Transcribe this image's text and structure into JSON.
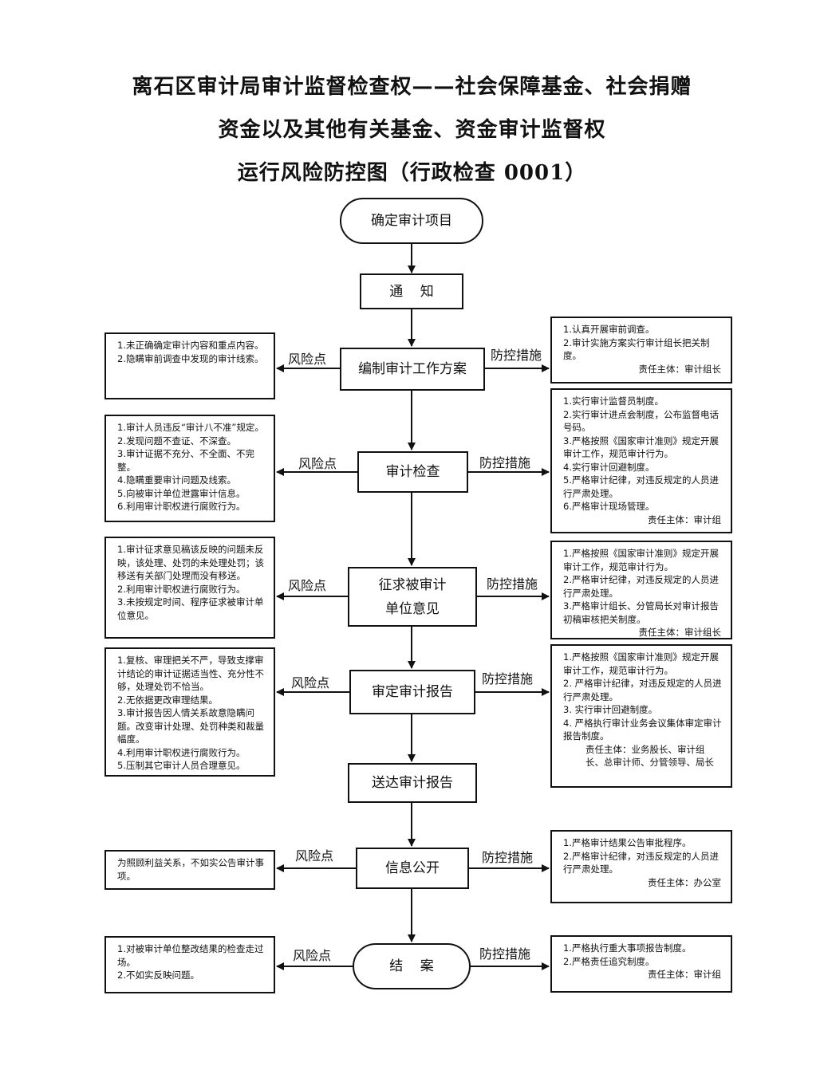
{
  "title": {
    "line1": "离石区审计局审计监督检查权——社会保障基金、社会捐赠",
    "line2": "资金以及其他有关基金、资金审计监督权",
    "line3": "运行风险防控图（行政检查 0001）"
  },
  "labels": {
    "risk": "风险点",
    "control": "防控措施"
  },
  "steps": {
    "start": "确定审计项目",
    "notify": "通    知",
    "plan": "编制审计工作方案",
    "inspect": "审计检查",
    "opinion_line1": "征求被审计",
    "opinion_line2": "单位意见",
    "review": "审定审计报告",
    "deliver": "送达审计报告",
    "publish": "信息公开",
    "close": "结    案"
  },
  "risks": {
    "plan": [
      "1.未正确确定审计内容和重点内容。",
      "2.隐瞒审前调查中发现的审计线索。"
    ],
    "inspect": [
      "1.审计人员违反“审计八不准”规定。",
      "2.发现问题不查证、不深查。",
      "3.审计证据不充分、不全面、不完整。",
      "4.隐瞒重要审计问题及线索。",
      "5.向被审计单位泄露审计信息。",
      "6.利用审计职权进行腐败行为。"
    ],
    "opinion": [
      "1.审计征求意见稿该反映的问题未反映，该处理、处罚的未处理处罚；该移送有关部门处理而没有移送。",
      "2.利用审计职权进行腐败行为。",
      "3.未按规定时间、程序征求被审计单位意见。"
    ],
    "review": [
      "1.复核、审理把关不严，导致支撑审计结论的审计证据适当性、充分性不够，处理处罚不恰当。",
      "2.无依据更改审理结果。",
      "3.审计报告因人情关系故意隐瞒问题。改变审计处理、处罚种类和裁量幅度。",
      "4.利用审计职权进行腐败行为。",
      "5.压制其它审计人员合理意见。"
    ],
    "publish": [
      "为照顾利益关系，不如实公告审计事项。"
    ],
    "close": [
      "1.对被审计单位整改结果的检查走过场。",
      "2.不如实反映问题。"
    ]
  },
  "controls": {
    "plan": {
      "items": [
        "1.认真开展审前调查。",
        "2.审计实施方案实行审计组长把关制度。"
      ],
      "resp": "责任主体：审计组长"
    },
    "inspect": {
      "items": [
        "1.实行审计监督员制度。",
        "2.实行审计进点会制度，公布监督电话号码。",
        "3.严格按照《国家审计准则》规定开展审计工作，规范审计行为。",
        "4.实行审计回避制度。",
        "5.严格审计纪律，对违反规定的人员进行严肃处理。",
        "6.严格审计现场管理。"
      ],
      "resp": "责任主体：审计组"
    },
    "opinion": {
      "items": [
        "1.严格按照《国家审计准则》规定开展审计工作，规范审计行为。",
        "2.严格审计纪律，对违反规定的人员进行严肃处理。",
        "3.严格审计组长、分管局长对审计报告初稿审核把关制度。"
      ],
      "resp": "责任主体：审计组长"
    },
    "review": {
      "items": [
        "1.严格按照《国家审计准则》规定开展审计工作，规范审计行为。",
        "2. 严格审计纪律，对违反规定的人员进行严肃处理。",
        "3. 实行审计回避制度。",
        "4. 严格执行审计业务会议集体审定审计报告制度。"
      ],
      "resp": "责任主体：业务股长、审计组长、总审计师、分管领导、局长"
    },
    "publish": {
      "items": [
        "1.严格审计结果公告审批程序。",
        "2.严格审计纪律，对违反规定的人员进行严肃处理。"
      ],
      "resp": "责任主体：办公室"
    },
    "close": {
      "items": [
        "1.严格执行重大事项报告制度。",
        "2.严格责任追究制度。"
      ],
      "resp": "责任主体：审计组"
    }
  }
}
